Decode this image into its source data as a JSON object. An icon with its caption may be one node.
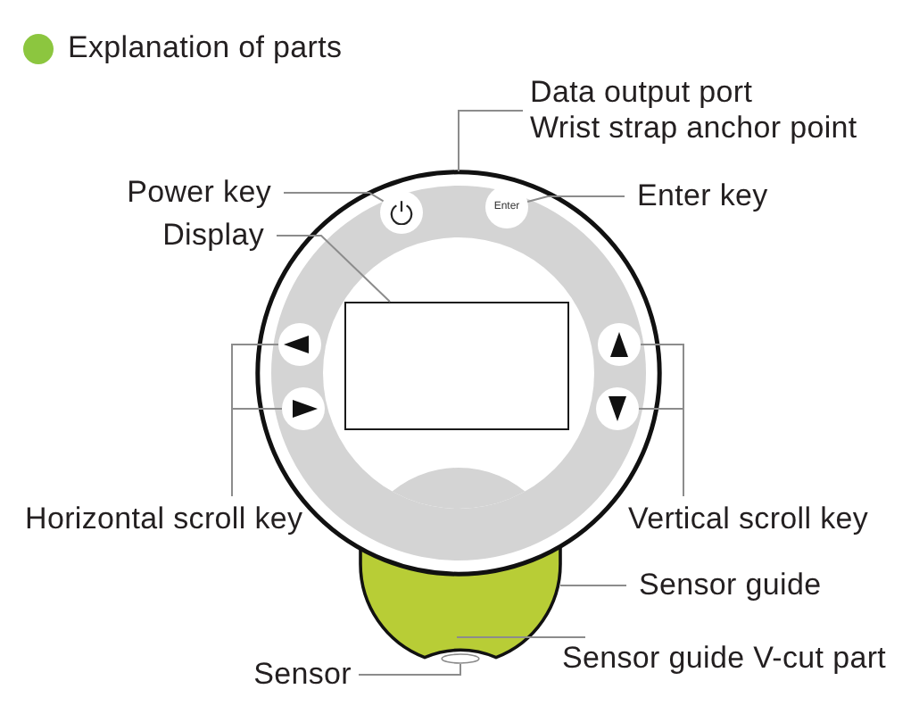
{
  "diagram": {
    "title": "Explanation of parts",
    "nodes": [
      {
        "text": [
          "Data output port",
          "Wrist strap anchor point"
        ]
      },
      {
        "text": [
          "Power key"
        ]
      },
      {
        "text": [
          "Enter key"
        ]
      },
      {
        "text": [
          "Display"
        ]
      },
      {
        "text": [],
        "shape": "circle"
      },
      {
        "text": [],
        "shape": "circle",
        "in": 4
      },
      {
        "text": [
          "Enter"
        ],
        "in": 4
      },
      {
        "text": [],
        "shape": "box",
        "in": 4
      },
      {
        "text": [],
        "shape": "circle",
        "in": 4
      },
      {
        "text": [],
        "shape": "circle",
        "in": 4
      },
      {
        "text": [],
        "shape": "circle",
        "in": 4
      },
      {
        "text": [],
        "shape": "circle",
        "in": 4
      },
      {
        "text": [
          "Horizontal scroll key"
        ]
      },
      {
        "text": [
          "Vertical scroll key"
        ]
      },
      {
        "text": [],
        "shape": "circle"
      },
      {
        "text": [
          "Sensor guide"
        ]
      },
      {
        "text": [
          "Sensor guide V-cut part"
        ]
      },
      {
        "text": [
          "Sensor"
        ]
      },
      {
        "text": [],
        "shape": "ellipse",
        "in": 14
      }
    ],
    "edges": [
      {
        "from": 0,
        "to": 4,
        "arrow": "none"
      },
      {
        "from": 1,
        "to": 5,
        "arrow": "none"
      },
      {
        "from": 2,
        "to": 6,
        "arrow": "none"
      },
      {
        "from": 3,
        "to": 7,
        "arrow": "none"
      },
      {
        "from": 12,
        "to": 8,
        "arrow": "none"
      },
      {
        "from": 12,
        "to": 10,
        "arrow": "none"
      },
      {
        "from": 13,
        "to": 9,
        "arrow": "none"
      },
      {
        "from": 13,
        "to": 11,
        "arrow": "none"
      },
      {
        "from": 15,
        "to": 14,
        "arrow": "none"
      },
      {
        "from": 16,
        "to": 14,
        "arrow": "none"
      },
      {
        "from": 17,
        "to": 18,
        "arrow": "none"
      }
    ]
  }
}
